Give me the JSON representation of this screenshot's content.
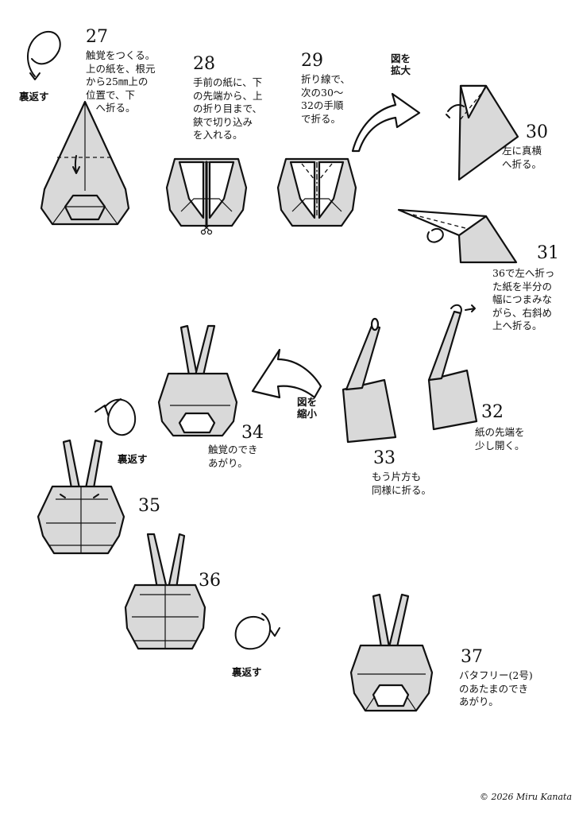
{
  "steps": [
    {
      "num": "27",
      "text": "触覚をつくる。\n上の紙を、根元\nから25㎜上の\n位置で、下\n　へ折る。"
    },
    {
      "num": "28",
      "text": "手前の紙に、下\nの先端から、上\nの折り目まで、\n鋏で切り込み\nを入れる。"
    },
    {
      "num": "29",
      "text": "折り線で、\n次の30～\n32の手順\nで折る。"
    },
    {
      "num": "30",
      "text": "左に真横\nへ折る。"
    },
    {
      "num": "31",
      "text": "36で左へ折っ\nた紙を半分の\n幅につまみな\nがら、右斜め\n上へ折る。"
    },
    {
      "num": "32",
      "text": "紙の先端を\n少し開く。"
    },
    {
      "num": "33",
      "text": "もう片方も\n同様に折る。"
    },
    {
      "num": "34",
      "text": "触覚のでき\nあがり。"
    },
    {
      "num": "35",
      "text": ""
    },
    {
      "num": "36",
      "text": ""
    },
    {
      "num": "37",
      "text": "バタフリー(2号)\nのあたまのでき\nあがり。"
    }
  ],
  "labels": {
    "turn_over": "裏返す",
    "zoom_in": "図を\n拡大",
    "zoom_out": "図を\n縮小"
  },
  "copyright": "© 2026 Miru Kanata",
  "icons": [
    "turn-over-icon",
    "scissors-icon",
    "zoom-arrow-icon",
    "fold-arrow-icon"
  ]
}
